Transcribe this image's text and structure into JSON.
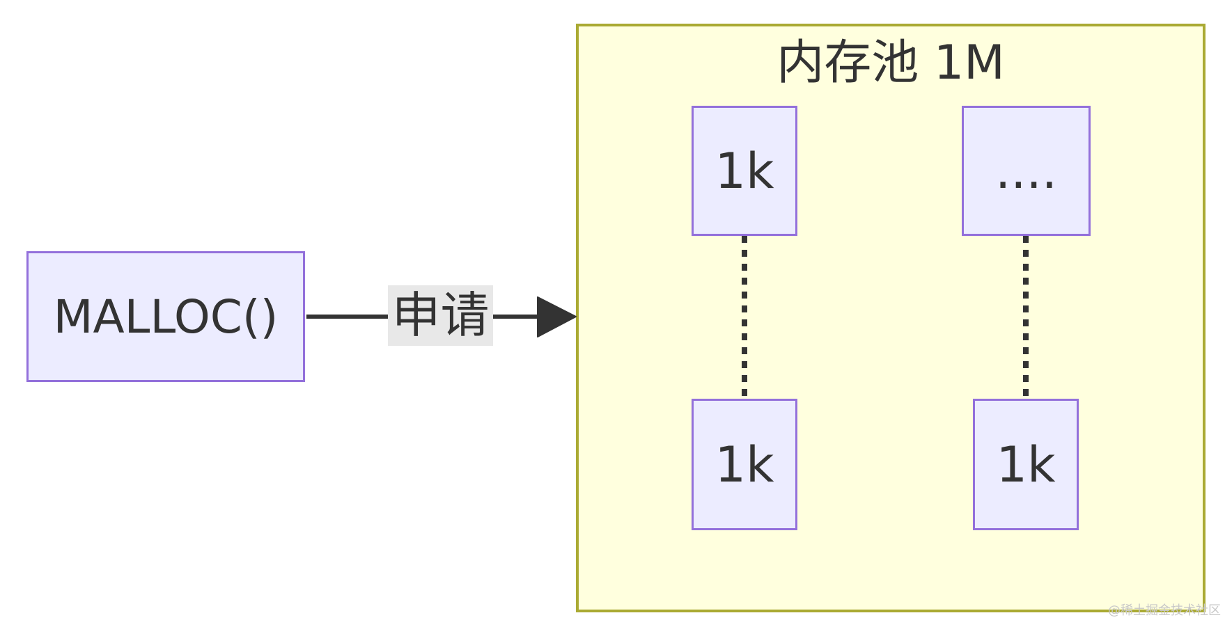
{
  "diagram": {
    "type": "flowchart",
    "source_node": {
      "label": "MALLOC()"
    },
    "edge": {
      "label": "申请"
    },
    "pool": {
      "title": "内存池 1M",
      "blocks": {
        "top_left": "1k",
        "top_right": "....",
        "bottom_left": "1k",
        "bottom_right": "1k"
      }
    }
  },
  "colors": {
    "node_fill": "#ECECFF",
    "node_border": "#9370DB",
    "cluster_fill": "#FFFFDE",
    "cluster_border": "#AAAA33",
    "edge": "#333333",
    "edge_label_bg": "#E8E8E8"
  },
  "watermark": "@稀土掘金技术社区"
}
